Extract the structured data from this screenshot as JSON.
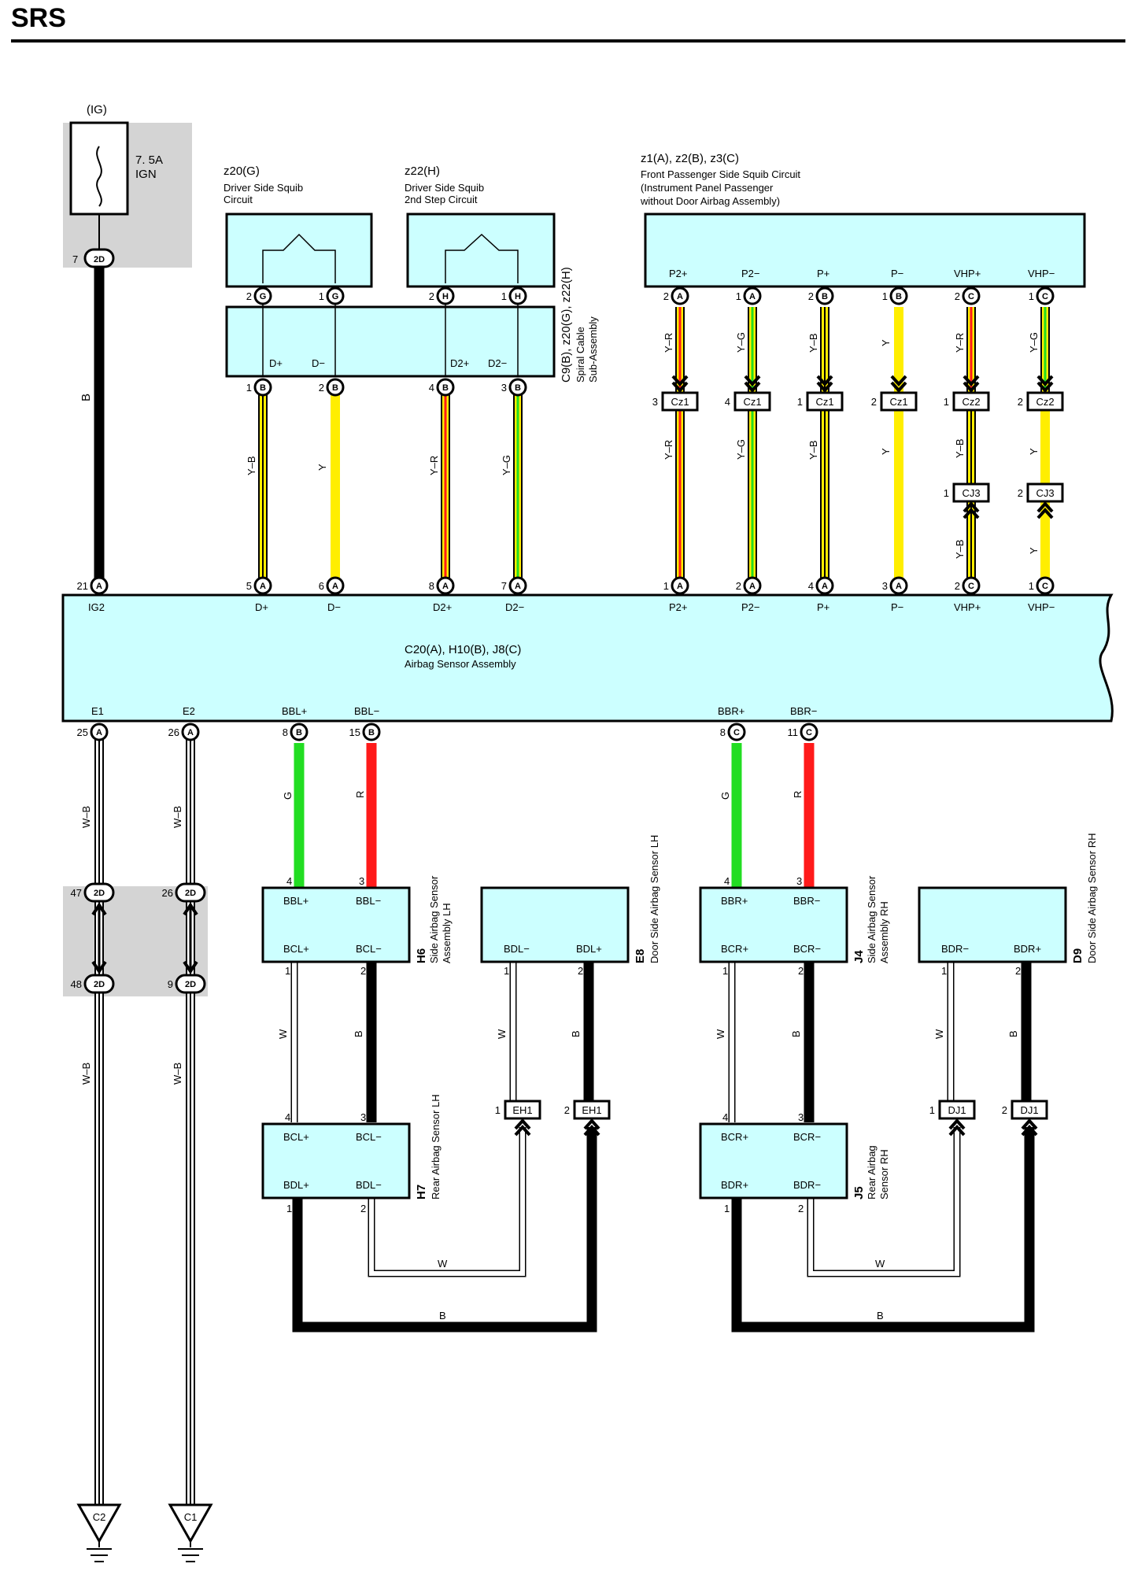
{
  "page": {
    "title": "SRS"
  },
  "fuse": {
    "label": "(IG)",
    "rating": "7. 5A",
    "name": "IGN",
    "pin": "7",
    "conn": "2D",
    "wire_color": "B"
  },
  "colors": {
    "box_fill": "#ccffff",
    "shade": "#d4d4d4",
    "B": "#000000",
    "W": "#ffffff",
    "Y": "#ffee00",
    "R": "#ff1a1a",
    "G": "#22dd22"
  },
  "components": {
    "z20": {
      "code": "z20(G)",
      "name1": "Driver Side Squib",
      "name2": "Circuit"
    },
    "z22": {
      "code": "z22(H)",
      "name1": "Driver Side Squib",
      "name2": "2nd Step Circuit"
    },
    "fp": {
      "code": "z1(A), z2(B), z3(C)",
      "name1": "Front Passenger Side Squib Circuit",
      "name2": "(Instrument Panel Passenger",
      "name3": " without Door Airbag Assembly)"
    },
    "spiral": {
      "code": "C9(B), z20(G), z22(H)",
      "name1": "Spiral Cable",
      "name2": "Sub-Assembly"
    },
    "ecu": {
      "code": "C20(A), H10(B), J8(C)",
      "name": "Airbag Sensor Assembly"
    },
    "h6": {
      "code": "H6",
      "name1": "Side Airbag Sensor",
      "name2": "Assembly LH"
    },
    "e8": {
      "code": "E8",
      "name1": "Door Side Airbag Sensor LH"
    },
    "j4": {
      "code": "J4",
      "name1": "Side Airbag Sensor",
      "name2": "Assembly RH"
    },
    "d9": {
      "code": "D9",
      "name1": "Door Side Airbag Sensor RH"
    },
    "h7": {
      "code": "H7",
      "name1": "Rear Airbag Sensor LH"
    },
    "j5": {
      "code": "J5",
      "name1": "Rear Airbag",
      "name2": "Sensor RH"
    }
  },
  "terminals": {
    "spiral_top": [
      {
        "pin": "2",
        "conn": "G"
      },
      {
        "pin": "1",
        "conn": "G"
      },
      {
        "pin": "2",
        "conn": "H"
      },
      {
        "pin": "1",
        "conn": "H"
      }
    ],
    "spiral_bottom": [
      {
        "pin": "1",
        "conn": "B",
        "label": "D+"
      },
      {
        "pin": "2",
        "conn": "B",
        "label": "D−"
      },
      {
        "pin": "4",
        "conn": "B",
        "label": "D2+"
      },
      {
        "pin": "3",
        "conn": "B",
        "label": "D2−"
      }
    ],
    "fp_top": [
      {
        "pin": "2",
        "conn": "A",
        "label": "P2+"
      },
      {
        "pin": "1",
        "conn": "A",
        "label": "P2−"
      },
      {
        "pin": "2",
        "conn": "B",
        "label": "P+"
      },
      {
        "pin": "1",
        "conn": "B",
        "label": "P−"
      },
      {
        "pin": "2",
        "conn": "C",
        "label": "VHP+"
      },
      {
        "pin": "1",
        "conn": "C",
        "label": "VHP−"
      }
    ],
    "cz": [
      {
        "pin": "3",
        "name": "Cz1"
      },
      {
        "pin": "4",
        "name": "Cz1"
      },
      {
        "pin": "1",
        "name": "Cz1"
      },
      {
        "pin": "2",
        "name": "Cz1"
      },
      {
        "pin": "1",
        "name": "Cz2"
      },
      {
        "pin": "2",
        "name": "Cz2"
      }
    ],
    "cj3": [
      {
        "pin": "1",
        "name": "CJ3"
      },
      {
        "pin": "2",
        "name": "CJ3"
      }
    ],
    "ecu_top": [
      {
        "pin": "21",
        "conn": "A",
        "label": "IG2"
      },
      {
        "pin": "5",
        "conn": "A",
        "label": "D+"
      },
      {
        "pin": "6",
        "conn": "A",
        "label": "D−"
      },
      {
        "pin": "8",
        "conn": "A",
        "label": "D2+"
      },
      {
        "pin": "7",
        "conn": "A",
        "label": "D2−"
      },
      {
        "pin": "1",
        "conn": "A",
        "label": "P2+"
      },
      {
        "pin": "2",
        "conn": "A",
        "label": "P2−"
      },
      {
        "pin": "4",
        "conn": "A",
        "label": "P+"
      },
      {
        "pin": "3",
        "conn": "A",
        "label": "P−"
      },
      {
        "pin": "2",
        "conn": "C",
        "label": "VHP+"
      },
      {
        "pin": "1",
        "conn": "C",
        "label": "VHP−"
      }
    ],
    "ecu_bottom": [
      {
        "pin": "25",
        "conn": "A",
        "label": "E1"
      },
      {
        "pin": "26",
        "conn": "A",
        "label": "E2"
      },
      {
        "pin": "8",
        "conn": "B",
        "label": "BBL+"
      },
      {
        "pin": "15",
        "conn": "B",
        "label": "BBL−"
      },
      {
        "pin": "8",
        "conn": "C",
        "label": "BBR+"
      },
      {
        "pin": "11",
        "conn": "C",
        "label": "BBR−"
      }
    ],
    "jc_2d": [
      {
        "pin": "47",
        "conn": "2D"
      },
      {
        "pin": "26",
        "conn": "2D"
      },
      {
        "pin": "48",
        "conn": "2D"
      },
      {
        "pin": "9",
        "conn": "2D"
      }
    ],
    "grounds": [
      {
        "name": "C2"
      },
      {
        "name": "C1"
      }
    ],
    "h6_pins": {
      "top": [
        {
          "pin": "4",
          "label": "BBL+"
        },
        {
          "pin": "3",
          "label": "BBL−"
        }
      ],
      "bottom": [
        {
          "pin": "1",
          "label": "BCL+"
        },
        {
          "pin": "2",
          "label": "BCL−"
        }
      ]
    },
    "e8_pins": {
      "bottom": [
        {
          "pin": "1",
          "label": "BDL−"
        },
        {
          "pin": "2",
          "label": "BDL+"
        }
      ]
    },
    "j4_pins": {
      "top": [
        {
          "pin": "4",
          "label": "BBR+"
        },
        {
          "pin": "3",
          "label": "BBR−"
        }
      ],
      "bottom": [
        {
          "pin": "1",
          "label": "BCR+"
        },
        {
          "pin": "2",
          "label": "BCR−"
        }
      ]
    },
    "d9_pins": {
      "bottom": [
        {
          "pin": "1",
          "label": "BDR−"
        },
        {
          "pin": "2",
          "label": "BDR+"
        }
      ]
    },
    "h7_pins": {
      "top": [
        {
          "pin": "4",
          "label": "BCL+"
        },
        {
          "pin": "3",
          "label": "BCL−"
        }
      ],
      "bottom": [
        {
          "pin": "1",
          "label": "BDL+"
        },
        {
          "pin": "2",
          "label": "BDL−"
        }
      ]
    },
    "j5_pins": {
      "top": [
        {
          "pin": "4",
          "label": "BCR+"
        },
        {
          "pin": "3",
          "label": "BCR−"
        }
      ],
      "bottom": [
        {
          "pin": "1",
          "label": "BDR+"
        },
        {
          "pin": "2",
          "label": "BDR−"
        }
      ]
    },
    "eh1": [
      {
        "pin": "1",
        "name": "EH1"
      },
      {
        "pin": "2",
        "name": "EH1"
      }
    ],
    "dj1": [
      {
        "pin": "1",
        "name": "DJ1"
      },
      {
        "pin": "2",
        "name": "DJ1"
      }
    ]
  },
  "wires": {
    "driver": [
      "Y–B",
      "Y",
      "Y–R",
      "Y–G"
    ],
    "fp_upper": [
      "Y–R",
      "Y–G",
      "Y–B",
      "Y",
      "Y–R",
      "Y–G"
    ],
    "fp_lower": [
      "Y–R",
      "Y–G",
      "Y–B",
      "Y",
      "Y–B",
      "Y"
    ],
    "fp_bottom": [
      "Y–B",
      "Y"
    ],
    "ground_upper": [
      "W–B",
      "W–B"
    ],
    "ground_lower": [
      "W–B",
      "W–B"
    ],
    "side_lh": [
      "G",
      "R"
    ],
    "side_rh": [
      "G",
      "R"
    ],
    "lh_mid": [
      "W",
      "B",
      "W",
      "B"
    ],
    "rh_mid": [
      "W",
      "B",
      "W",
      "B"
    ],
    "lh_loop": [
      "W",
      "B"
    ],
    "rh_loop": [
      "W",
      "B"
    ]
  }
}
